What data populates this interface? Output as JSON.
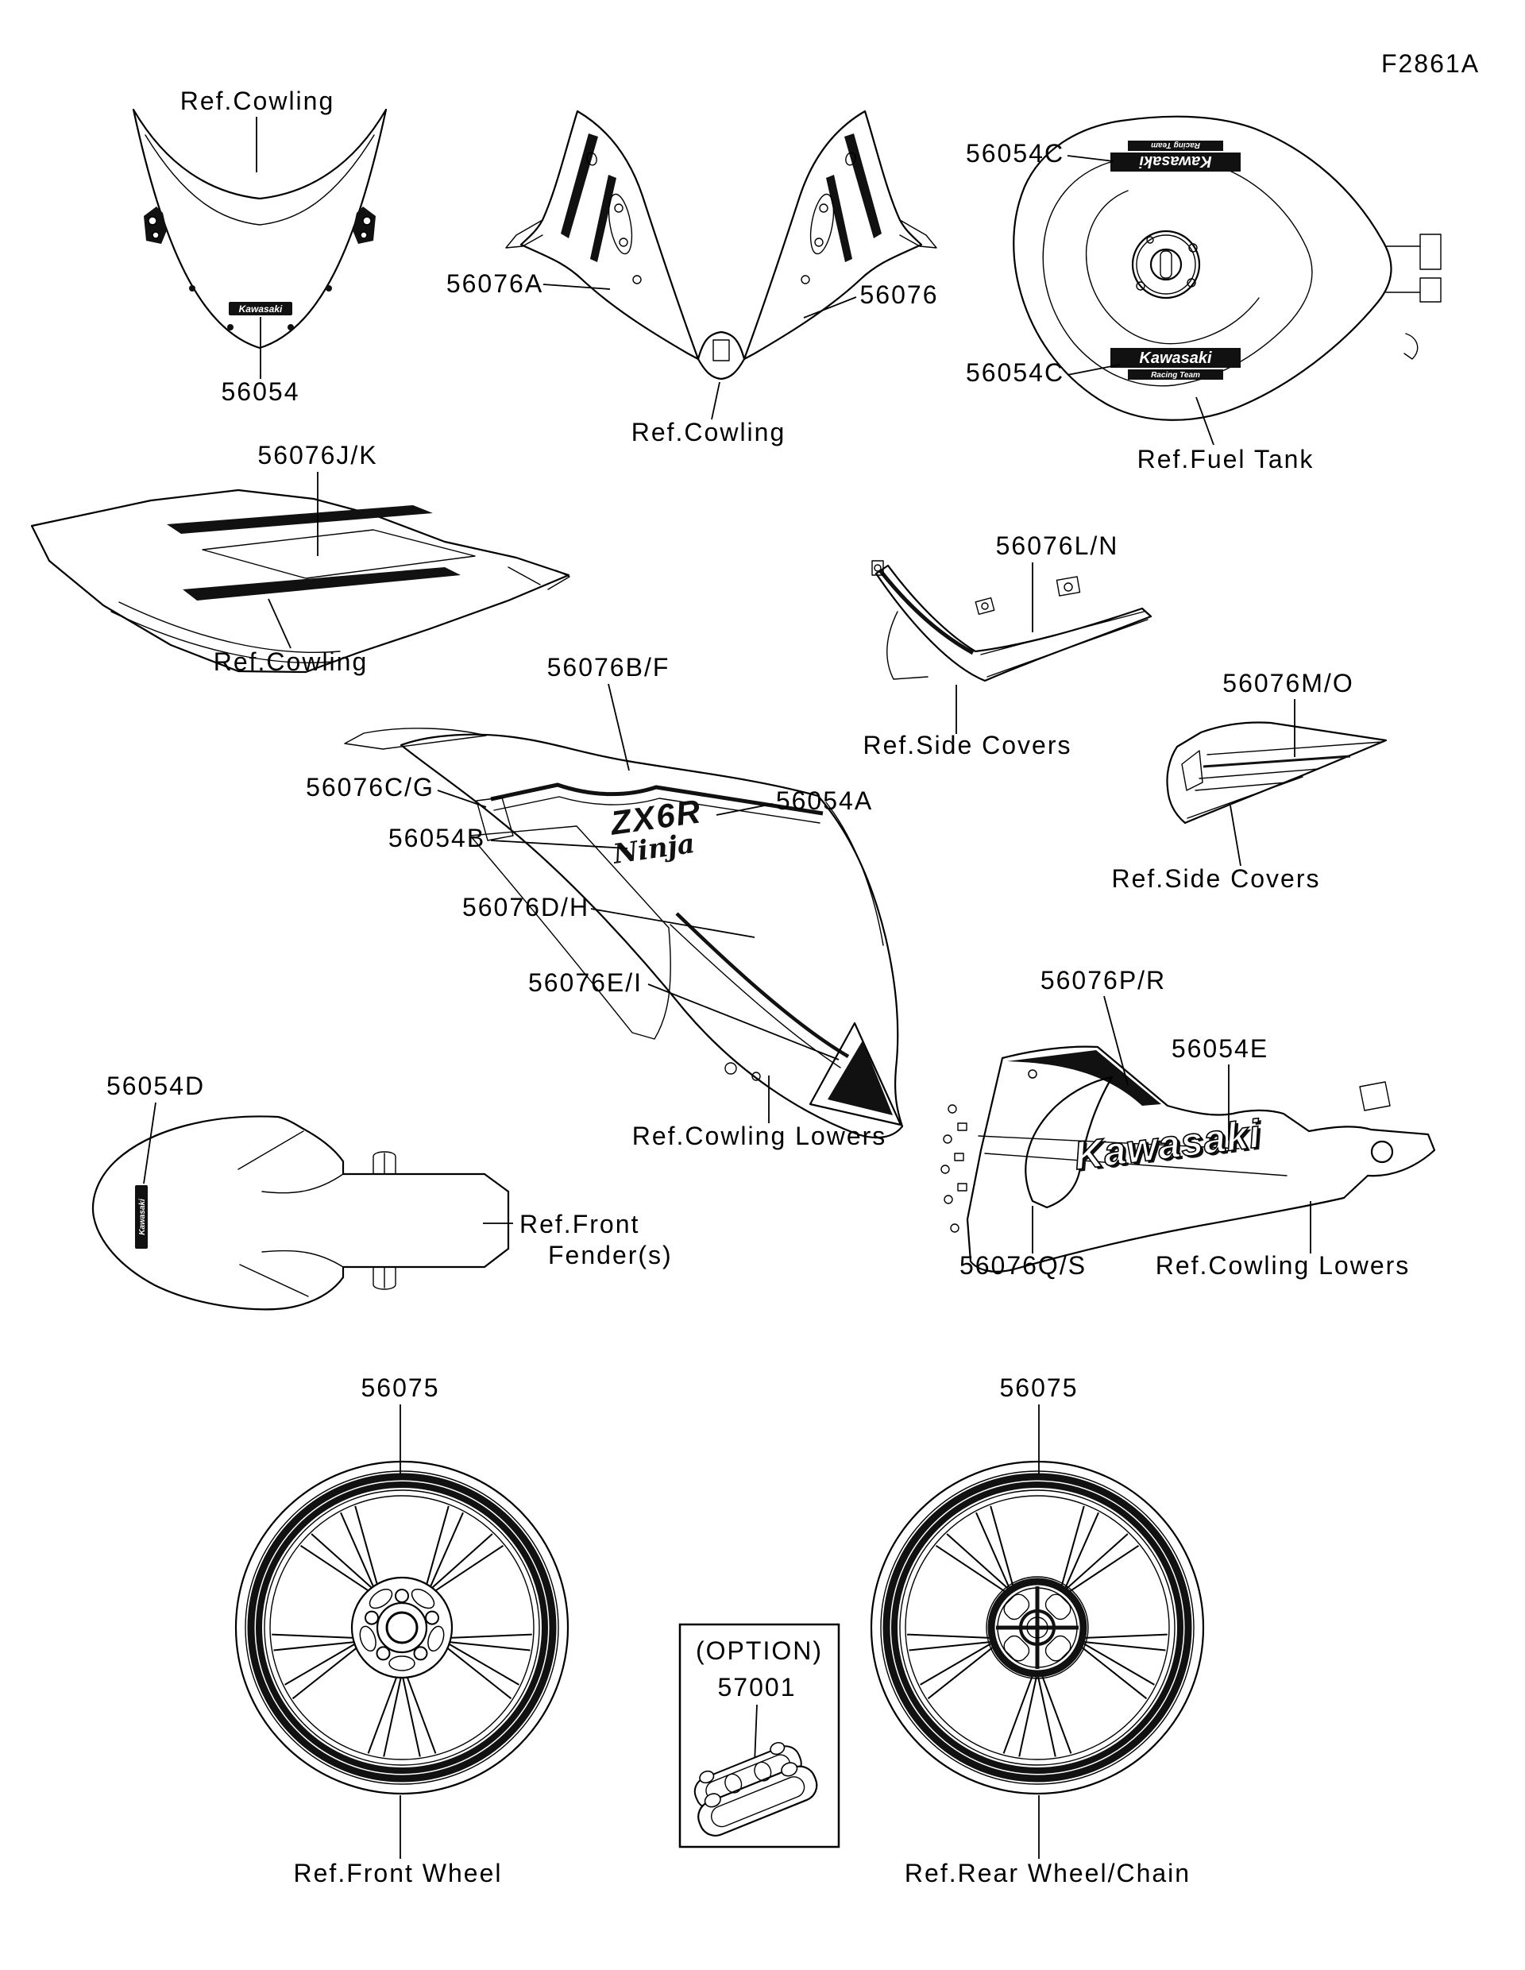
{
  "page": {
    "code": "F2861A",
    "background": "#ffffff",
    "ink": "#000000"
  },
  "windshield": {
    "ref": "Ref.Cowling",
    "part": "56054",
    "decal": "Kawasaki"
  },
  "front_cowling": {
    "part_left": "56076A",
    "part_right": "56076",
    "ref": "Ref.Cowling"
  },
  "fuel_tank": {
    "part_upper": "56054C",
    "part_lower": "56054C",
    "ref": "Ref.Fuel Tank",
    "decal_brand": "Kawasaki",
    "decal_sub": "Racing Team"
  },
  "top_cowling": {
    "part": "56076J/K",
    "ref": "Ref.Cowling"
  },
  "side_fairing": {
    "part_top": "56076B/F",
    "part_left": "56076C/G",
    "part_logo_main": "56054A",
    "part_logo_script": "56054B",
    "part_stripe": "56076D/H",
    "part_fin": "56076E/I",
    "ref": "Ref.Cowling Lowers",
    "logo_main": "ZX6R",
    "logo_script": "Ninja"
  },
  "side_cover_upper": {
    "part": "56076L/N",
    "ref": "Ref.Side Covers"
  },
  "side_cover_lower": {
    "part": "56076M/O",
    "ref": "Ref.Side Covers"
  },
  "lower_fairing": {
    "part_stripe": "56076P/R",
    "part_logo": "56054E",
    "part_lower": "56076Q/S",
    "ref": "Ref.Cowling Lowers",
    "logo": "Kawasaki"
  },
  "front_fender": {
    "part": "56054D",
    "ref_line1": "Ref.Front",
    "ref_line2": "Fender(s)",
    "decal": "Kawasaki"
  },
  "front_wheel": {
    "part": "56075",
    "ref": "Ref.Front Wheel"
  },
  "rear_wheel": {
    "part": "56075",
    "ref": "Ref.Rear Wheel/Chain"
  },
  "chain": {
    "option_label": "(OPTION)",
    "part": "57001"
  }
}
